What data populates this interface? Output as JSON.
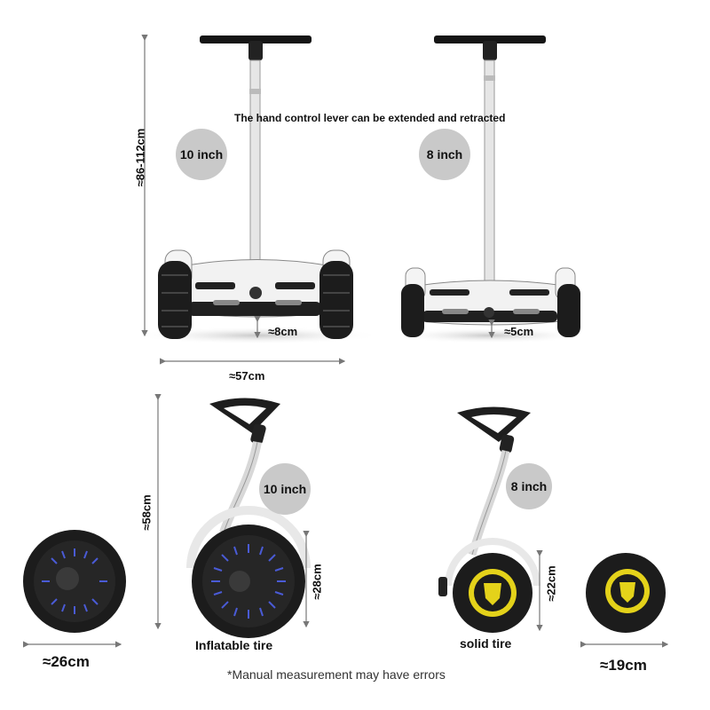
{
  "caption_top": "The hand control lever can be extended and retracted",
  "badges": {
    "top_left": "10 inch",
    "top_right": "8 inch",
    "bottom_left": "10 inch",
    "bottom_right": "8 inch"
  },
  "dimensions": {
    "height_range": "≈86-112cm",
    "clearance_10": "≈8cm",
    "clearance_8": "≈5cm",
    "width": "≈57cm",
    "side_height": "≈58cm",
    "tire_height_10": "≈28cm",
    "tire_height_8": "≈22cm",
    "tire_diam_10": "≈26cm",
    "tire_diam_8": "≈19cm"
  },
  "tire_labels": {
    "inflatable": "Inflatable tire",
    "solid": "solid tire"
  },
  "footnote": "*Manual measurement may have errors",
  "colors": {
    "badge_bg": "#c9c9c9",
    "tire_black": "#1c1c1c",
    "body_white": "#f2f2f2",
    "led_blue": "#4a5bd6",
    "hub_yellow": "#e4d21a"
  }
}
